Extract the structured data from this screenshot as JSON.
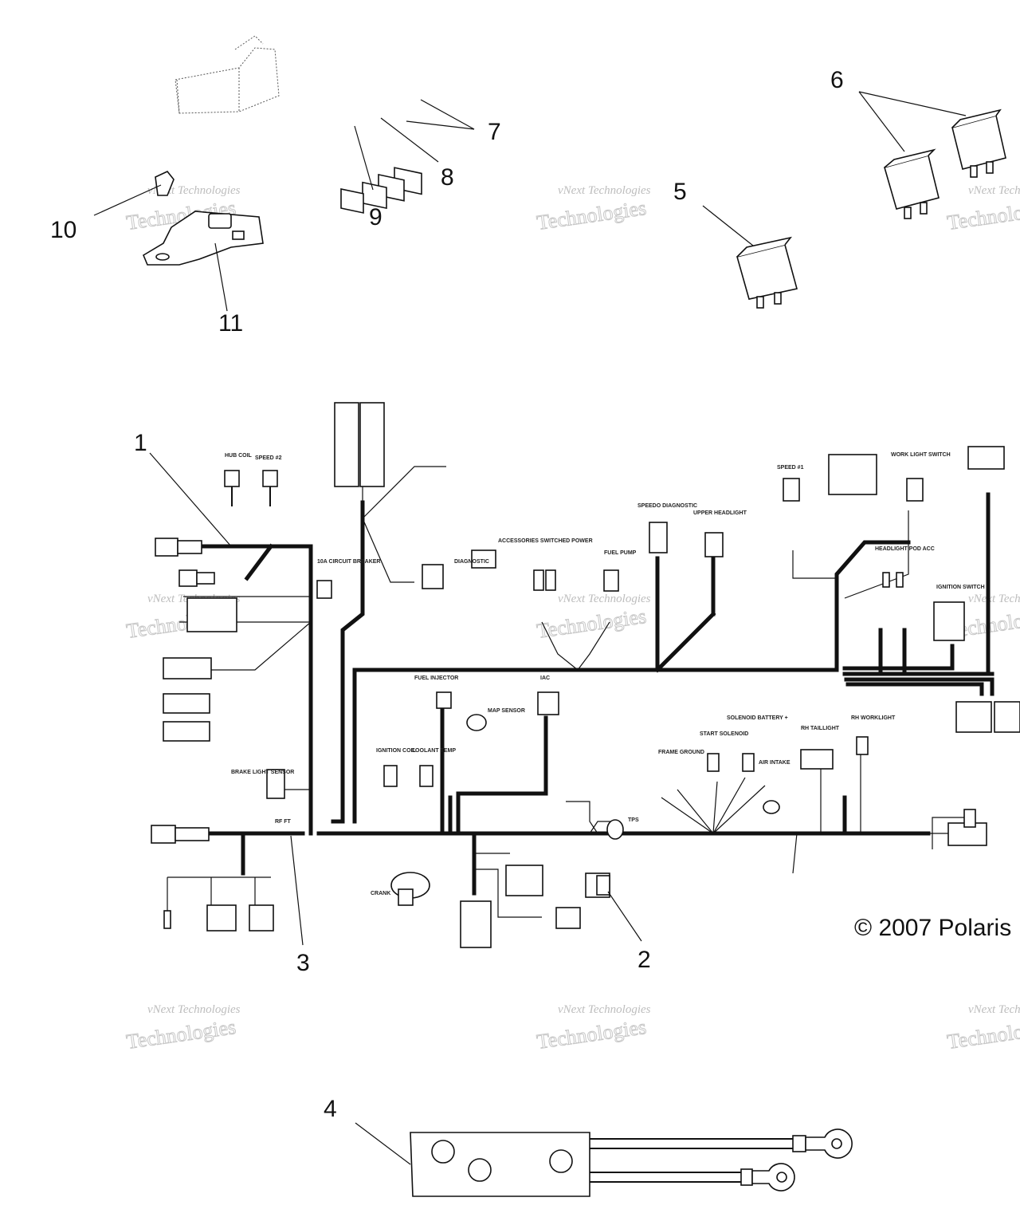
{
  "callouts": [
    {
      "id": "1",
      "label": "1"
    },
    {
      "id": "2",
      "label": "2"
    },
    {
      "id": "3",
      "label": "3"
    },
    {
      "id": "4",
      "label": "4"
    },
    {
      "id": "5",
      "label": "5"
    },
    {
      "id": "6",
      "label": "6"
    },
    {
      "id": "7",
      "label": "7"
    },
    {
      "id": "8",
      "label": "8"
    },
    {
      "id": "9",
      "label": "9"
    },
    {
      "id": "10",
      "label": "10"
    },
    {
      "id": "11",
      "label": "11"
    }
  ],
  "labels": {
    "hub_coil": "HUB COIL",
    "speed2": "SPEED #2",
    "circuit_breaker": "10A CIRCUIT BREAKER",
    "diagnostic": "DIAGNOSTIC",
    "accessories": "ACCESSORIES SWITCHED POWER",
    "fuel_pump": "FUEL PUMP",
    "speedo_diag": "SPEEDO DIAGNOSTIC",
    "upper_headlight": "UPPER HEADLIGHT",
    "speed1": "SPEED #1",
    "work_light_switch": "WORK LIGHT SWITCH",
    "headlight_pod": "HEADLIGHT POD ACC",
    "ignition_switch": "IGNITION SWITCH",
    "fuel_injector": "FUEL INJECTOR",
    "iac": "IAC",
    "map_sensor": "MAP SENSOR",
    "ignition_coil": "IGNITION COIL",
    "coolant_temp": "COOLANT TEMP",
    "brake_light": "BRAKE LIGHT SENSOR",
    "tps": "TPS",
    "frame_ground": "FRAME GROUND",
    "start_solenoid": "START SOLENOID",
    "solenoid_battery": "SOLENOID BATTERY +",
    "air_intake": "AIR INTAKE",
    "rh_taillight": "RH TAILLIGHT",
    "rh_worklight": "RH WORKLIGHT",
    "crank": "CRANK",
    "rf_ft": "RF FT"
  },
  "copyright": "© 2007 Polaris",
  "watermark": {
    "line1": "vNext Technologies",
    "line2": "Technologies"
  }
}
